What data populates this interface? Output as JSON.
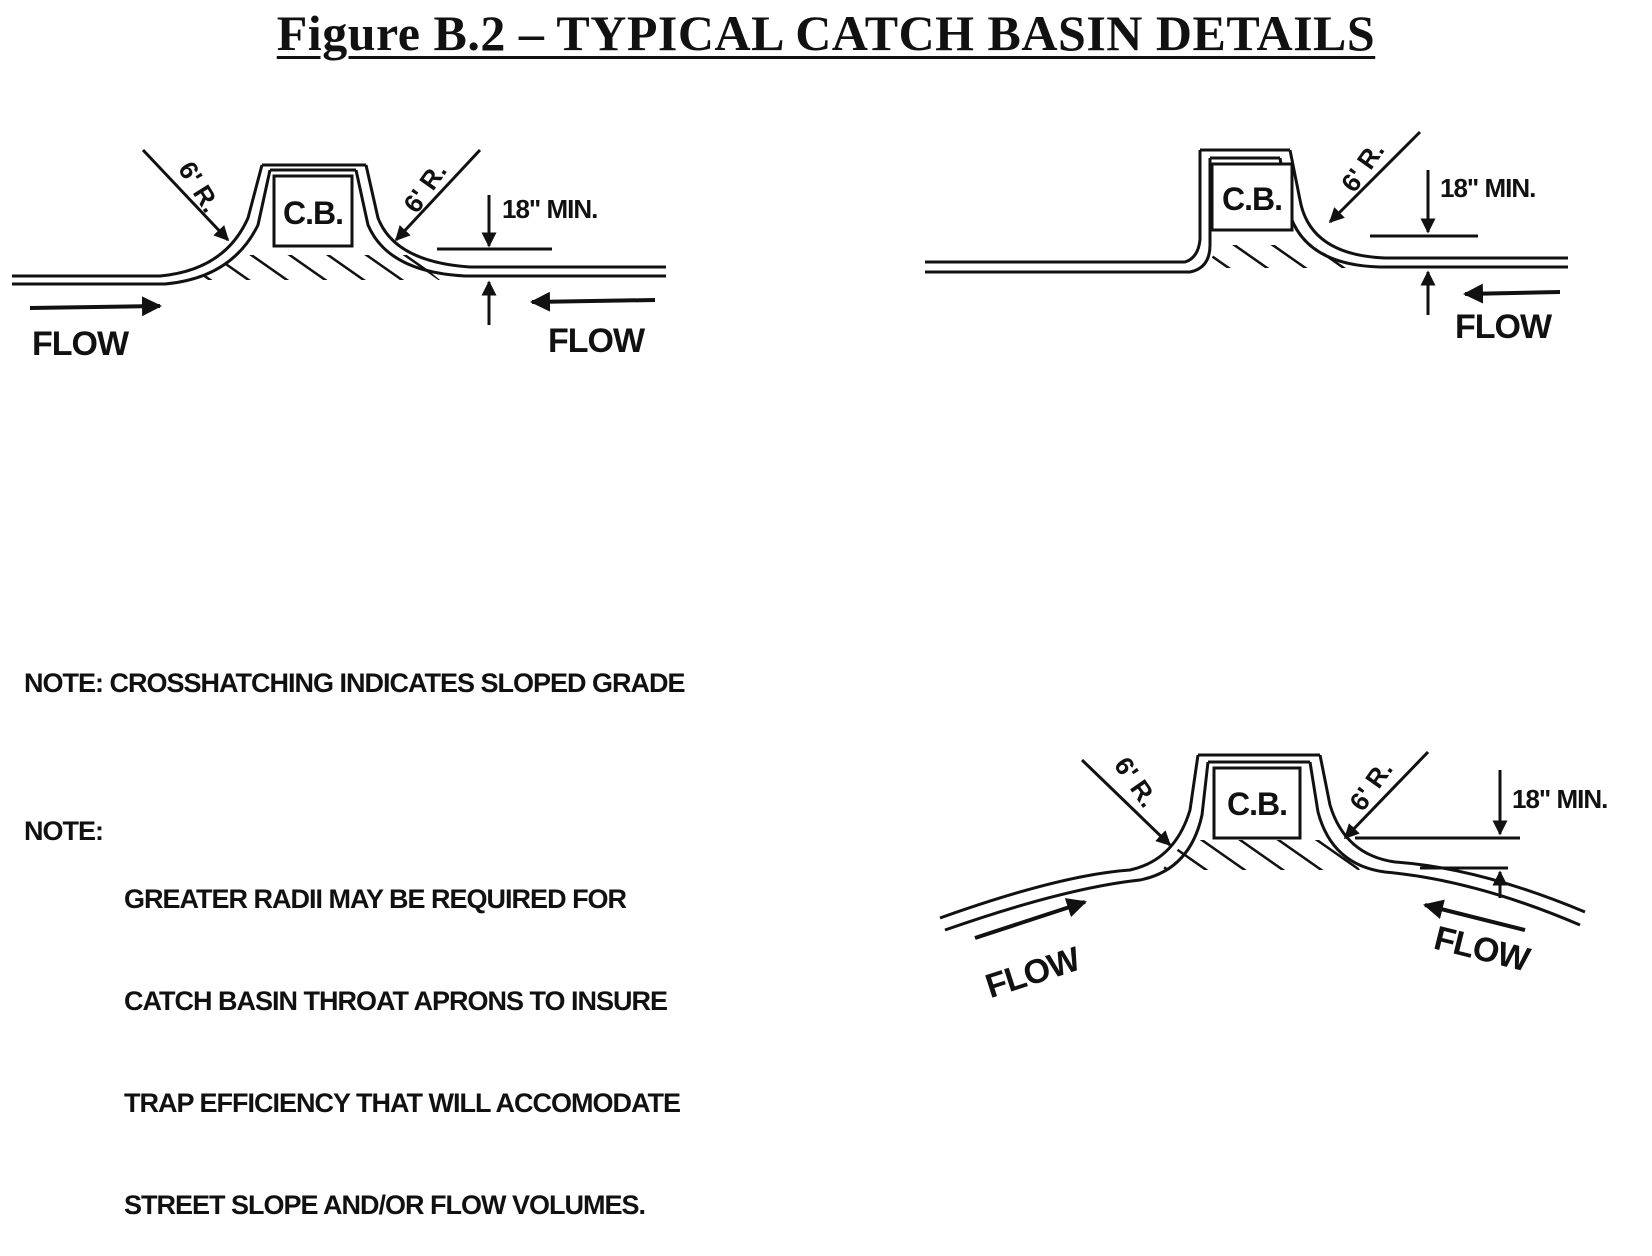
{
  "title": "Figure B.2 – TYPICAL CATCH BASIN DETAILS",
  "labels": {
    "cb": "C.B.",
    "radius": "6' R.",
    "min": "18\" MIN.",
    "flow": "FLOW"
  },
  "notes": {
    "crosshatch": "NOTE: CROSSHATCHING INDICATES SLOPED GRADE",
    "radii_prefix": "NOTE:",
    "radii_lines": [
      "GREATER RADII MAY BE REQUIRED FOR",
      "CATCH BASIN THROAT APRONS TO INSURE",
      "TRAP EFFICIENCY THAT WILL ACCOMODATE",
      "STREET SLOPE AND/OR FLOW VOLUMES."
    ]
  },
  "colors": {
    "ink": "#111111",
    "paper": "#ffffff"
  }
}
